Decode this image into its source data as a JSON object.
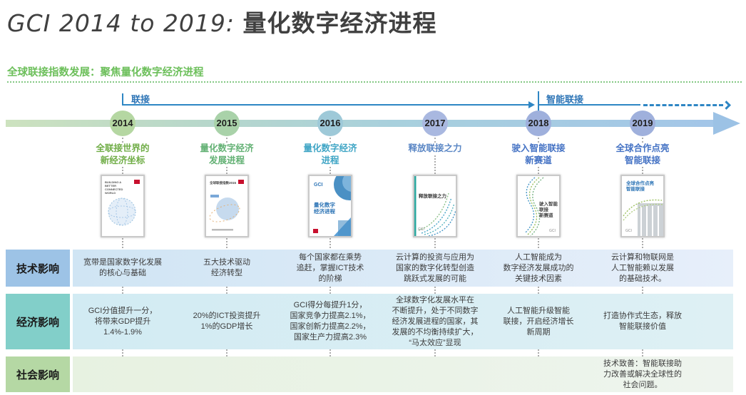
{
  "title": {
    "en": "GCI 2014 to 2019: ",
    "zh": "量化数字经济进程"
  },
  "subtitle": "全球联接指数发展：聚焦量化数字经济进程",
  "timeline": {
    "phase1_label": "联接",
    "phase2_label": "智能联接",
    "years": [
      {
        "year": "2014",
        "caption": "全联接世界的\n新经济坐标",
        "cover_title": "BUILDING A BETTER CONNECTED WORLD"
      },
      {
        "year": "2015",
        "caption": "量化数字经济\n发展进程",
        "cover_title": "全球联接指数2015"
      },
      {
        "year": "2016",
        "caption": "量化数字经济\n进程",
        "cover_title": "量化数字\n经济进程"
      },
      {
        "year": "2017",
        "caption": "释放联接之力",
        "cover_title": "释放联接之力"
      },
      {
        "year": "2018",
        "caption": "驶入智能联接\n新赛道",
        "cover_title": "驶入智能联接\n新赛道"
      },
      {
        "year": "2019",
        "caption": "全球合作点亮\n智能联接",
        "cover_title": "全球合作点亮\n智能联接"
      }
    ]
  },
  "rows": [
    {
      "label": "技术影响",
      "cells": [
        "宽带是国家数字化发展\n的核心与基础",
        "五大技术驱动\n经济转型",
        "每个国家都在乘势\n追赶，掌握ICT技术\n的阶梯",
        "云计算的投资与应用为\n国家的数字化转型创造\n跳跃式发展的可能",
        "人工智能成为\n数字经济发展成功的\n关键技术因素",
        "云计算和物联网是\n人工智能赖以发展\n的基础技术。"
      ]
    },
    {
      "label": "经济影响",
      "cells": [
        "GCI分值提升一分，\n将带来GDP提升\n1.4%-1.9%",
        "20%的ICT投资提升\n1%的GDP增长",
        "GCI得分每提升1分，\n国家竞争力提高2.1%，\n国家创新力提高2.2%，\n国家生产力提高2.3%",
        "全球数字化发展水平在\n不断提升，处于不同数字\n经济发展进程的国家，其\n发展的不均衡持续扩大，\n“马太效应”显现",
        "人工智能升级智能\n联接，开启经济增长\n新周期",
        "打造协作式生态，释放\n智能联接价值"
      ]
    },
    {
      "label": "社会影响",
      "cells": [
        "",
        "",
        "",
        "",
        "",
        "技术致善：智能联接助\n力改善或解决全球性的\n社会问题。"
      ]
    }
  ],
  "colors": {
    "accent_green": "#6cbf5a",
    "phase_blue": "#2e75b6",
    "circle_colors": [
      "#b5d7a2",
      "#a9d2a9",
      "#9ec9d8",
      "#a9b8e0",
      "#9fb0dc",
      "#9fb0dc"
    ],
    "caption_colors": [
      "#70ad47",
      "#63b174",
      "#3fa5c5",
      "#5b87c5",
      "#4472c4",
      "#4472c4"
    ],
    "row_label_bg": [
      "#9dc3e6",
      "#82cfc9",
      "#b5d8a4"
    ]
  }
}
